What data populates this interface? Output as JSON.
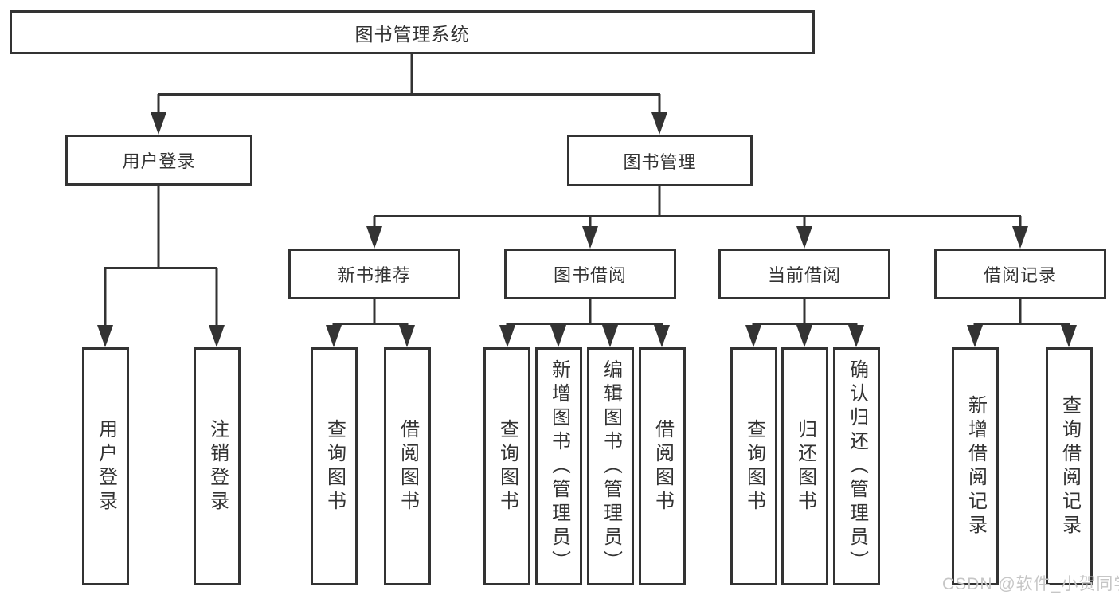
{
  "diagram": {
    "root": {
      "label": "图书管理系统",
      "children": [
        {
          "label": "用户登录",
          "children": [
            {
              "label": "用户登录"
            },
            {
              "label": "注销登录"
            }
          ]
        },
        {
          "label": "图书管理",
          "children": [
            {
              "label": "新书推荐",
              "children": [
                {
                  "label": "查询图书"
                },
                {
                  "label": "借阅图书"
                }
              ]
            },
            {
              "label": "图书借阅",
              "children": [
                {
                  "label": "查询图书"
                },
                {
                  "label": "新增图书（管理员）"
                },
                {
                  "label": "编辑图书（管理员）"
                },
                {
                  "label": "借阅图书"
                }
              ]
            },
            {
              "label": "当前借阅",
              "children": [
                {
                  "label": "查询图书"
                },
                {
                  "label": "归还图书"
                },
                {
                  "label": "确认归还（管理员）"
                }
              ]
            },
            {
              "label": "借阅记录",
              "children": [
                {
                  "label": "新增借阅记录"
                },
                {
                  "label": "查询借阅记录"
                }
              ]
            }
          ]
        }
      ]
    },
    "colors": {
      "line": "#333333",
      "text": "#333333",
      "box_background": "#ffffff",
      "page_background": "#ffffff",
      "watermark": "#c6c6c6"
    }
  },
  "watermark": {
    "text": "CSDN @软件_小贺同学"
  }
}
